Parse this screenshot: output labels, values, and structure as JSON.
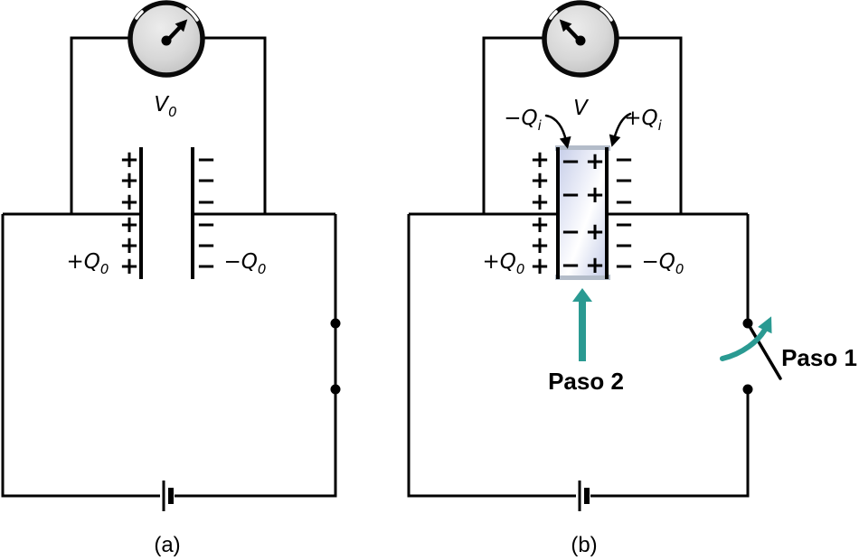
{
  "figure_type": "capacitor-dielectric-circuit-diagram",
  "colors": {
    "wire": "#000000",
    "teal_accent": "#2a9a92",
    "meter_face": "#d7d7d7",
    "dielectric_fill_light": "#f4f6fc",
    "dielectric_fill_shade": "#c8cfe9",
    "dielectric_edge": "#b3bcc9"
  },
  "glyphs": {
    "plus": "+",
    "minus": "−"
  },
  "panel_a": {
    "caption": "(a)",
    "meter_label": {
      "pre": "V",
      "sub": "0"
    },
    "plus_plate_label": {
      "pre": "+Q",
      "sub": "0"
    },
    "minus_plate_label": {
      "pre": "−Q",
      "sub": "0"
    }
  },
  "panel_b": {
    "caption": "(b)",
    "meter_label": {
      "pre": "V",
      "sub": ""
    },
    "plus_plate_label": {
      "pre": "+Q",
      "sub": "0"
    },
    "minus_plate_label": {
      "pre": "−Q",
      "sub": "0"
    },
    "induced_minus_label": {
      "pre": "−Q",
      "sub": "i"
    },
    "induced_plus_label": {
      "pre": "+Q",
      "sub": "i"
    },
    "step1_label": "Paso 1",
    "step2_label": "Paso 2"
  }
}
